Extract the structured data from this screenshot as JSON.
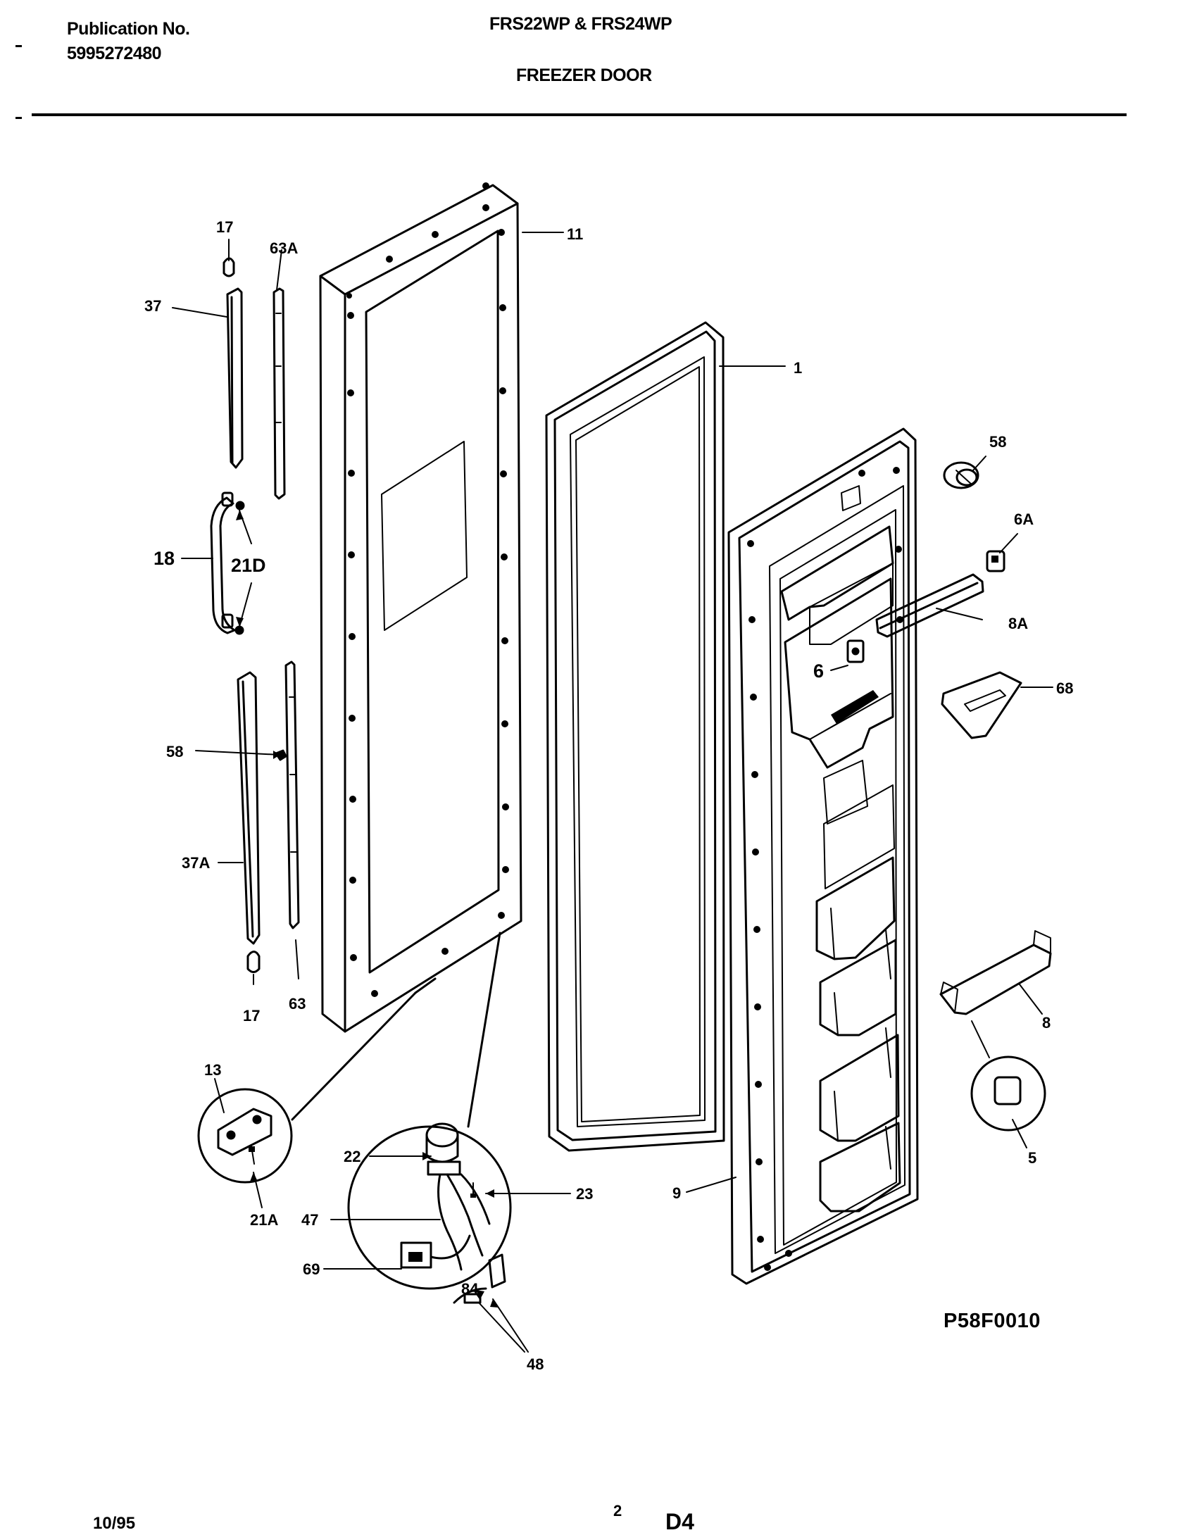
{
  "header": {
    "publication_label": "Publication No.",
    "publication_number": "5995272480",
    "models": "FRS22WP & FRS24WP",
    "section_title": "FREEZER DOOR"
  },
  "callouts": {
    "c17_top": "17",
    "c63A": "63A",
    "c11": "11",
    "c37": "37",
    "c1": "1",
    "c58_right": "58",
    "c6A": "6A",
    "c18": "18",
    "c21D": "21D",
    "c8A": "8A",
    "c6": "6",
    "c68": "68",
    "c58_left": "58",
    "c37A": "37A",
    "c17_bottom": "17",
    "c63": "63",
    "c8": "8",
    "c13": "13",
    "c21A": "21A",
    "c22": "22",
    "c23": "23",
    "c47": "47",
    "c69": "69",
    "c84": "84",
    "c48": "48",
    "c9": "9",
    "c5": "5"
  },
  "diagram_id": "P58F0010",
  "footer": {
    "date": "10/95",
    "page": "2",
    "code": "D4"
  }
}
